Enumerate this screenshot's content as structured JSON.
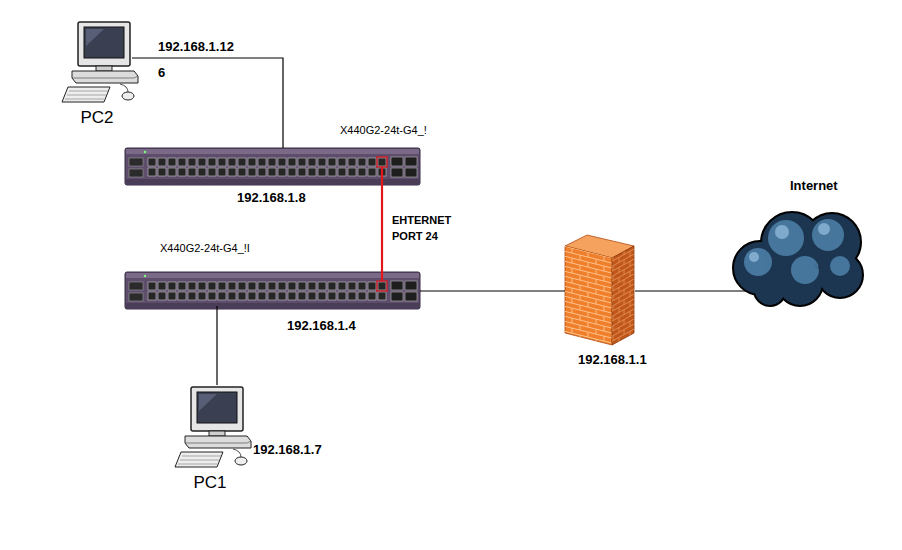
{
  "diagram": {
    "nodes": [
      {
        "text": [
          "PC2",
          "192.168.1.12 6"
        ]
      },
      {
        "text": [
          "X440G2-24t-G4_!",
          "192.168.1.8"
        ]
      },
      {
        "text": [
          "Internet"
        ]
      },
      {
        "text": [
          "X440G2-24t-G4_!I",
          "192.168.1.4"
        ]
      },
      {
        "text": [
          "192.168.1.1"
        ]
      },
      {
        "text": [
          "PC1",
          "192.168.1.7"
        ]
      }
    ],
    "edges": [
      {
        "from": 0,
        "to": 1,
        "arrow": "none"
      },
      {
        "from": 1,
        "to": 3,
        "label": "EHTERNET PORT 24",
        "arrow": "none"
      },
      {
        "from": 3,
        "to": 5,
        "arrow": "none"
      },
      {
        "from": 3,
        "to": 4,
        "arrow": "none"
      },
      {
        "from": 4,
        "to": 2,
        "arrow": "none"
      }
    ]
  }
}
